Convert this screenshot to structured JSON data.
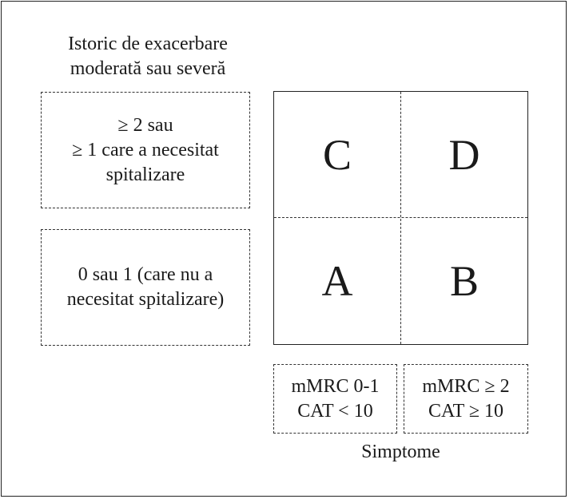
{
  "history_title": "Istoric de exacerbare\nmoderată sau severă",
  "history_high": "≥ 2 sau\n≥ 1 care a necesitat\nspitalizare",
  "history_low": "0 sau 1 (care nu a\nnecesitat spitalizare)",
  "quadrants": {
    "top_left": "C",
    "top_right": "D",
    "bottom_left": "A",
    "bottom_right": "B"
  },
  "symptoms_low": "mMRC 0-1\nCAT < 10",
  "symptoms_high": "mMRC ≥ 2\nCAT ≥ 10",
  "symptoms_title": "Simptome"
}
